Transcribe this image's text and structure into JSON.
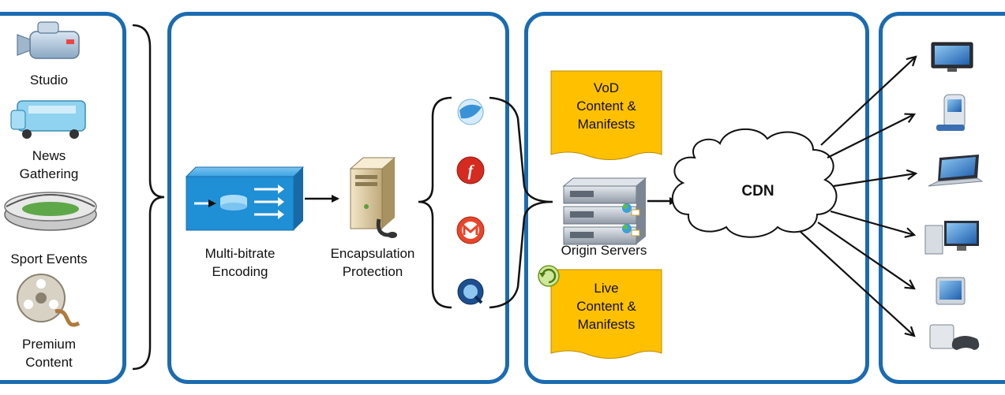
{
  "sources": {
    "studio": "Studio",
    "news_line1": "News",
    "news_line2": "Gathering",
    "sport": "Sport Events",
    "premium_line1": "Premium",
    "premium_line2": "Content"
  },
  "processing": {
    "encoding_line1": "Multi-bitrate",
    "encoding_line2": "Encoding",
    "encap_line1": "Encapsulation",
    "encap_line2": "Protection"
  },
  "origin": {
    "vod_line1": "VoD",
    "vod_line2": "Content &",
    "vod_line3": "Manifests",
    "servers": "Origin Servers",
    "live_line1": "Live",
    "live_line2": "Content &",
    "live_line3": "Manifests"
  },
  "cdn": {
    "label": "CDN"
  },
  "colors": {
    "panel_border": "#1b6bb0",
    "note_fill": "#ffc000",
    "encoder_fill": "#1f8fd6"
  },
  "icons": {
    "formats": [
      "silverlight-icon",
      "flash-icon",
      "move-networks-icon",
      "quicktime-icon"
    ],
    "devices": [
      "tv-icon",
      "mobile-phone-icon",
      "laptop-icon",
      "desktop-pc-icon",
      "tablet-icon",
      "game-console-icon"
    ]
  }
}
